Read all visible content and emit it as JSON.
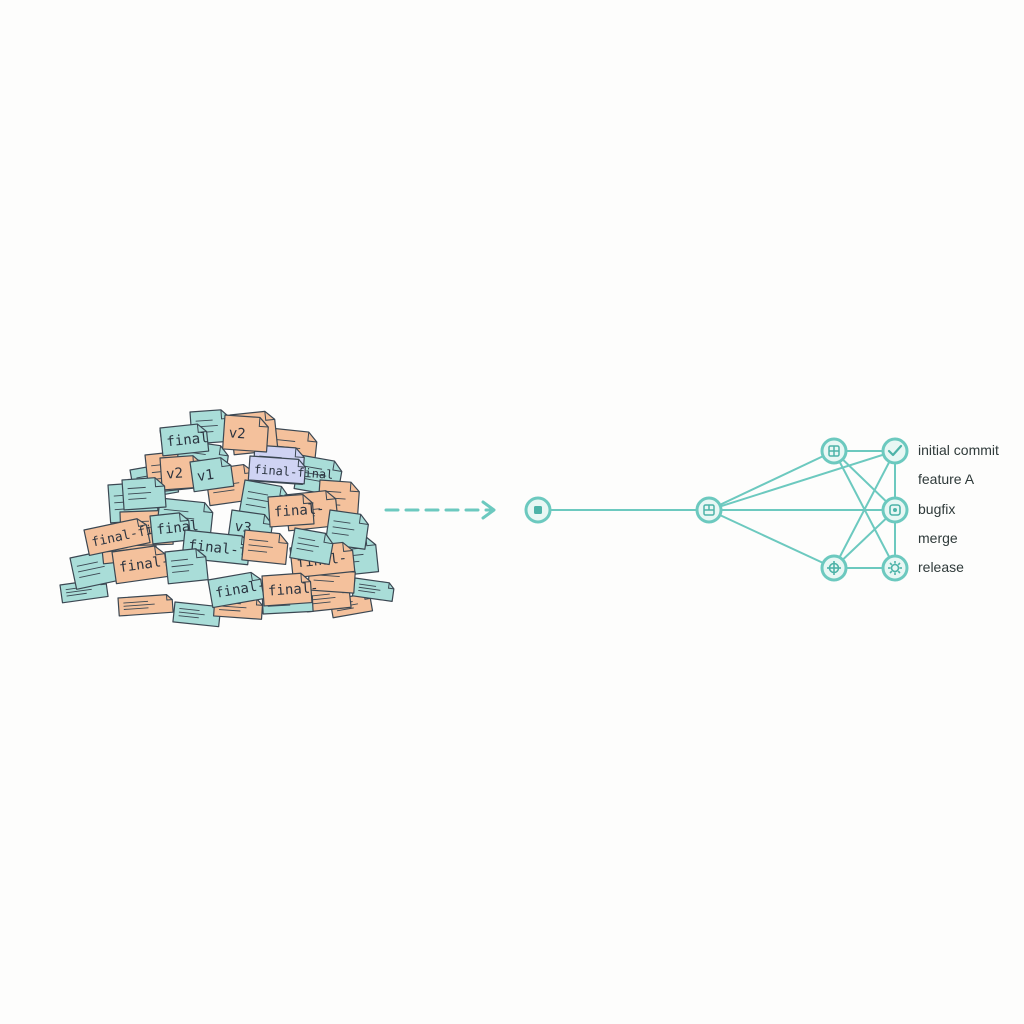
{
  "colors": {
    "teal": "#6cc9bf",
    "teal_dark": "#4db3a8",
    "teal_fill": "#e8f7f4",
    "paper_blue": "#a9ddd8",
    "paper_orange": "#f4c19c",
    "paper_purple": "#cfd3f3",
    "outline": "#3b4752"
  },
  "messy_pile": {
    "file_labels": [
      "final",
      "v2",
      "final-final",
      "v1",
      "final-",
      "v3",
      "final-fina",
      "final-"
    ]
  },
  "arrow": {
    "style": "dashed"
  },
  "commit_graph": {
    "labels": [
      "initial commit",
      "feature A",
      "bugfix",
      "merge",
      "release"
    ],
    "icons": [
      "dot-icon",
      "grid-icon",
      "grid-icon",
      "check-icon",
      "target-icon",
      "gear-icon",
      "gear-icon"
    ]
  }
}
